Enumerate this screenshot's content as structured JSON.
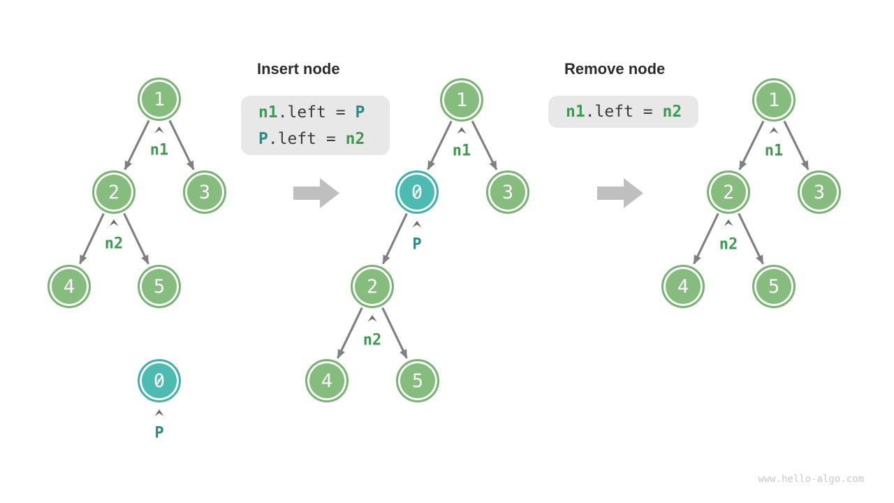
{
  "sections": {
    "insert": {
      "title": "Insert node",
      "code": {
        "line1": {
          "t1": "n1",
          "t2": ".left = ",
          "t3": "P"
        },
        "line2": {
          "t1": "P",
          "t2": ".left = ",
          "t3": "n2"
        }
      }
    },
    "remove": {
      "title": "Remove node",
      "code": {
        "line1": {
          "t1": "n1",
          "t2": ".left = ",
          "t3": "n2"
        }
      }
    }
  },
  "trees": {
    "left": {
      "nodes": [
        {
          "value": "1"
        },
        {
          "value": "2"
        },
        {
          "value": "3"
        },
        {
          "value": "4"
        },
        {
          "value": "5"
        },
        {
          "value": "0"
        }
      ],
      "labels": [
        {
          "text": "n1"
        },
        {
          "text": "n2"
        },
        {
          "text": "P"
        }
      ]
    },
    "middle": {
      "nodes": [
        {
          "value": "1"
        },
        {
          "value": "0"
        },
        {
          "value": "3"
        },
        {
          "value": "2"
        },
        {
          "value": "4"
        },
        {
          "value": "5"
        }
      ],
      "labels": [
        {
          "text": "n1"
        },
        {
          "text": "P"
        },
        {
          "text": "n2"
        }
      ]
    },
    "right": {
      "nodes": [
        {
          "value": "1"
        },
        {
          "value": "2"
        },
        {
          "value": "3"
        },
        {
          "value": "4"
        },
        {
          "value": "5"
        }
      ],
      "labels": [
        {
          "text": "n1"
        },
        {
          "text": "n2"
        }
      ]
    }
  },
  "watermark": "www.hello-algo.com",
  "colors": {
    "node_green_fill": "#86bd7f",
    "node_teal_fill": "#4dbbb1",
    "label_green": "#3d9a50",
    "label_teal": "#2b8c85",
    "edge_gray": "#808080",
    "code_box_bg": "#e8e8e8",
    "block_arrow_gray": "#bfbfbf"
  }
}
